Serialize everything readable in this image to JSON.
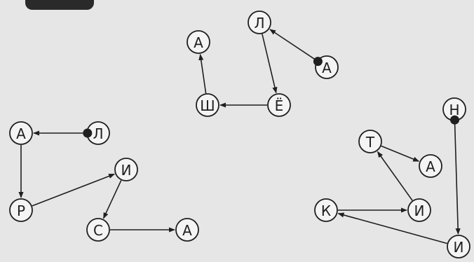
{
  "palette": {
    "paper": "#e6e6e6",
    "ink": "#1f1f1f"
  },
  "puzzles": [
    {
      "id": "word1",
      "start": "A3",
      "letters": [
        {
          "id": "L1",
          "text": "Л"
        },
        {
          "id": "E1",
          "text": "Ё"
        },
        {
          "id": "SH1",
          "text": "Ш"
        },
        {
          "id": "A2",
          "text": "А"
        },
        {
          "id": "A3",
          "text": "А"
        }
      ],
      "path": [
        "A3",
        "L1",
        "E1",
        "SH1",
        "A2"
      ]
    },
    {
      "id": "word2",
      "start": "L2",
      "letters": [
        {
          "id": "L2",
          "text": "Л"
        },
        {
          "id": "A4",
          "text": "А"
        },
        {
          "id": "R1",
          "text": "Р"
        },
        {
          "id": "I1",
          "text": "И"
        },
        {
          "id": "S1",
          "text": "С"
        },
        {
          "id": "A5",
          "text": "А"
        }
      ],
      "path": [
        "L2",
        "A4",
        "R1",
        "I1",
        "S1",
        "A5"
      ]
    },
    {
      "id": "word3",
      "start": "N1",
      "letters": [
        {
          "id": "N1",
          "text": "Н"
        },
        {
          "id": "I2",
          "text": "И"
        },
        {
          "id": "K1",
          "text": "К"
        },
        {
          "id": "I3",
          "text": "И"
        },
        {
          "id": "T1",
          "text": "Т"
        },
        {
          "id": "A6",
          "text": "А"
        }
      ],
      "path": [
        "N1",
        "I2",
        "K1",
        "I3",
        "T1",
        "A6"
      ]
    }
  ]
}
